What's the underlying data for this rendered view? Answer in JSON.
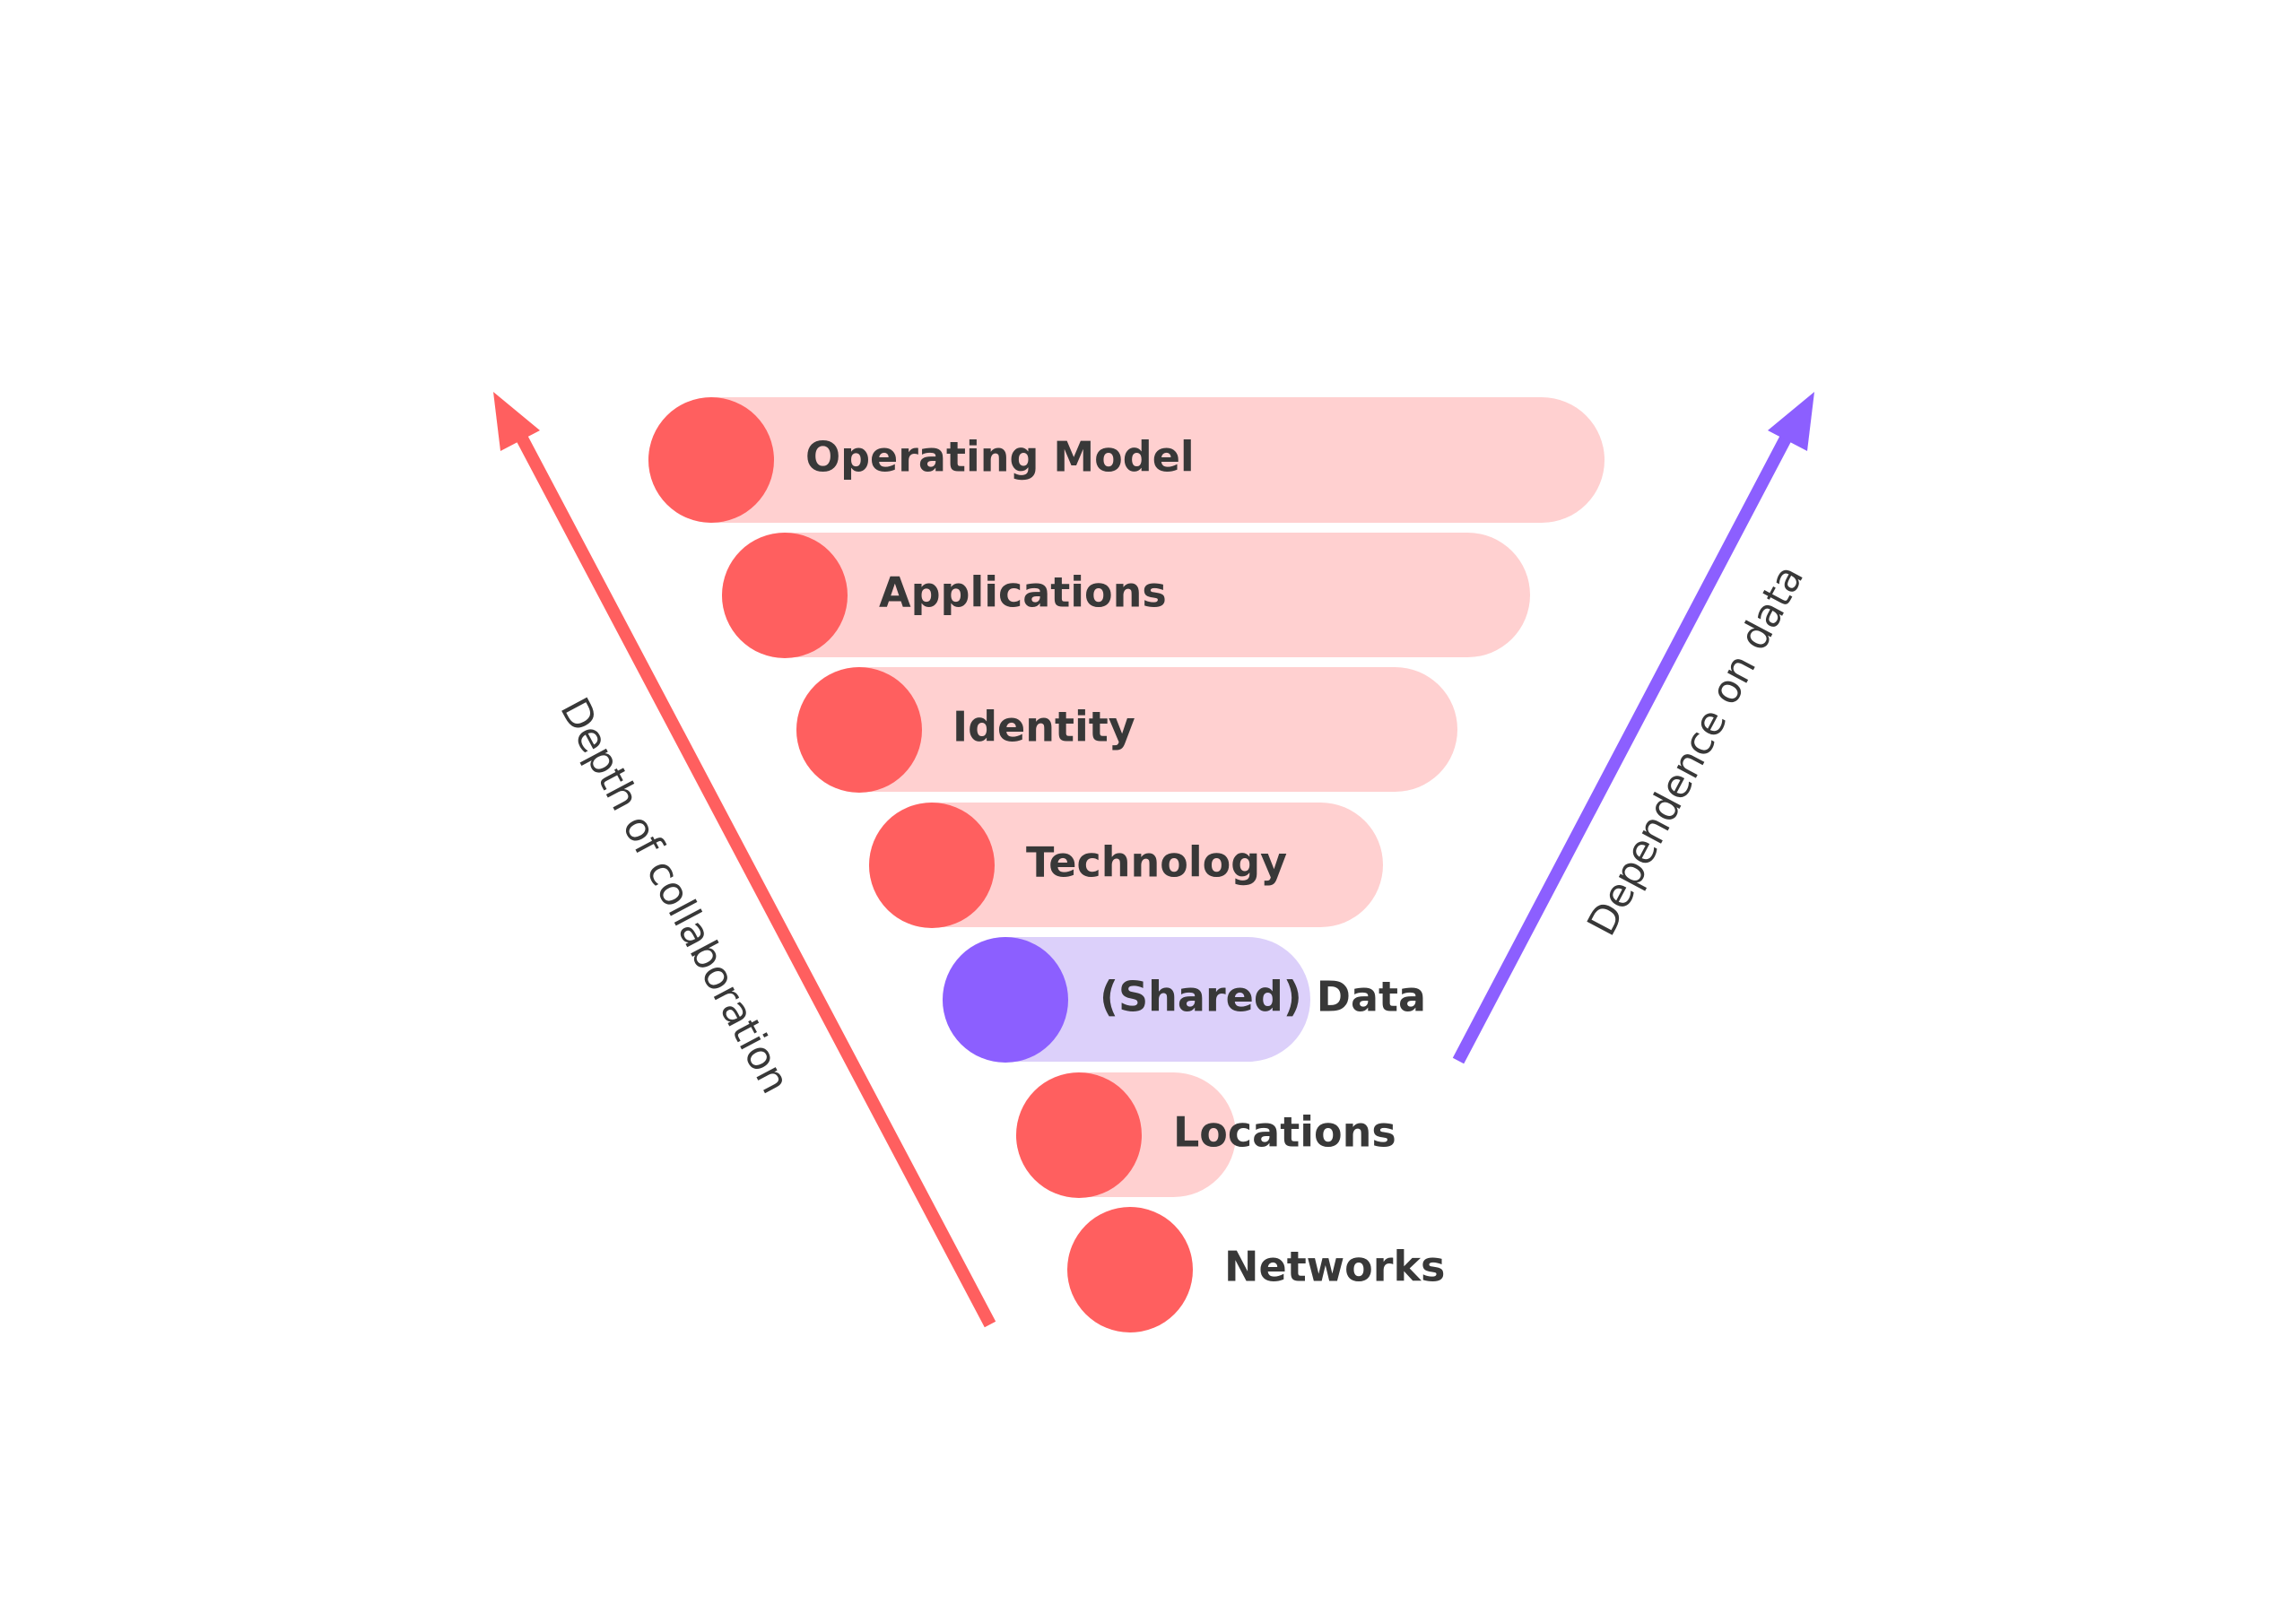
{
  "layers": [
    {
      "label": "Operating Model",
      "variant": "primary"
    },
    {
      "label": "Applications",
      "variant": "primary"
    },
    {
      "label": "Identity",
      "variant": "primary"
    },
    {
      "label": "Technology",
      "variant": "primary"
    },
    {
      "label": "(Shared) Data",
      "variant": "highlight"
    },
    {
      "label": "Locations",
      "variant": "primary"
    },
    {
      "label": "Networks",
      "variant": "primary"
    }
  ],
  "axes": {
    "left": {
      "label": "Depth of collaboration",
      "color": "#FF5F5F"
    },
    "right": {
      "label": "Dependence on data",
      "color": "#8C5FFF"
    }
  },
  "colors": {
    "primary_circle": "#FF5F5F",
    "primary_bar": "#FFD0D0",
    "highlight_circle": "#8C5FFF",
    "highlight_bar": "#DCD0FA",
    "text": "#383838",
    "background": "#FFFFFF"
  }
}
